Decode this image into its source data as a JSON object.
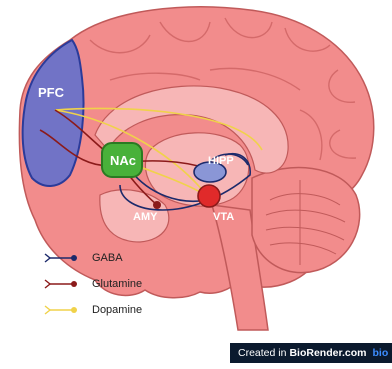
{
  "regions": {
    "pfc": "PFC",
    "nac": "NAc",
    "hipp": "HIPP",
    "amy": "AMY",
    "vta": "VTA"
  },
  "legend": {
    "gaba": "GABA",
    "glutamine": "Glutamine",
    "dopamine": "Dopamine"
  },
  "colors": {
    "gaba": "#1c2a6b",
    "glutamine": "#8b1a1a",
    "dopamine": "#f0d24a",
    "pfc": "#5b6fd0",
    "nac": "#49b13a",
    "vta": "#e02a2a",
    "cortex": "#f28c8c",
    "inner": "#f7b6b6"
  },
  "watermark": {
    "prefix": "Created in",
    "brand": "BioRender.com",
    "logo": "bio"
  }
}
